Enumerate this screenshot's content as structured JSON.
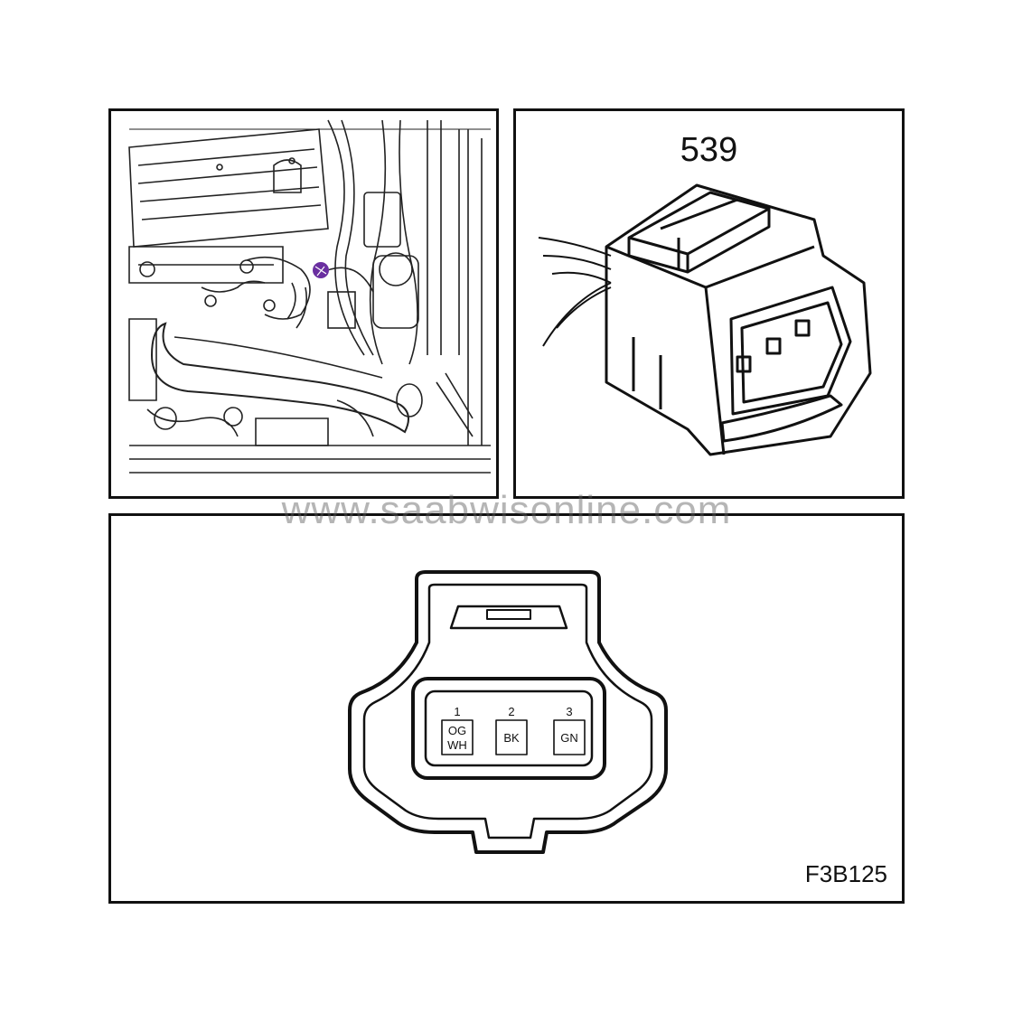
{
  "watermark": "www.saabwisonline.com",
  "component_number": "539",
  "figure_id": "F3B125",
  "pins": [
    {
      "number": "1",
      "color_line1": "OG",
      "color_line2": "WH"
    },
    {
      "number": "2",
      "color_line1": "BK",
      "color_line2": ""
    },
    {
      "number": "3",
      "color_line1": "GN",
      "color_line2": ""
    }
  ],
  "highlight_color": "#6a2fa0"
}
